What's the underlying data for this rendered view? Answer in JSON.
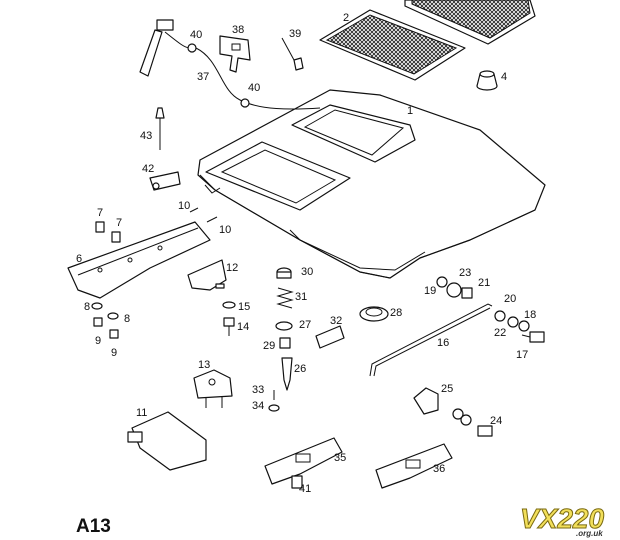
{
  "figure_code": "A13",
  "logo": {
    "text": "VX220",
    "subtext": ".org.uk"
  },
  "callouts": {
    "c1": "1",
    "c2": "2",
    "c4": "4",
    "c6": "6",
    "c7a": "7",
    "c7b": "7",
    "c8a": "8",
    "c8b": "8",
    "c9a": "9",
    "c9b": "9",
    "c10a": "10",
    "c10b": "10",
    "c11": "11",
    "c12": "12",
    "c13": "13",
    "c14": "14",
    "c15": "15",
    "c16": "16",
    "c17": "17",
    "c18": "18",
    "c19": "19",
    "c20": "20",
    "c21": "21",
    "c22": "22",
    "c23": "23",
    "c24": "24",
    "c25": "25",
    "c26": "26",
    "c27": "27",
    "c28": "28",
    "c29": "29",
    "c30": "30",
    "c31": "31",
    "c32": "32",
    "c33": "33",
    "c34": "34",
    "c35": "35",
    "c36": "36",
    "c37": "37",
    "c38": "38",
    "c39": "39",
    "c40a": "40",
    "c40b": "40",
    "c41": "41",
    "c42": "42",
    "c43": "43"
  },
  "colors": {
    "line": "#111111",
    "background": "#ffffff",
    "logo_fill": "#f2df5a"
  }
}
